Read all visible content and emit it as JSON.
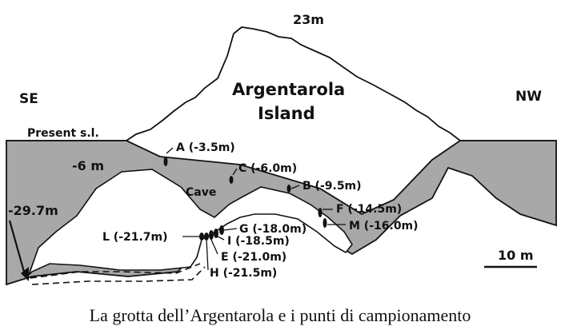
{
  "figure": {
    "summit_label": "23m",
    "island_label_line1": "Argentarola",
    "island_label_line2": "Island",
    "left_direction": "SE",
    "right_direction": "NW",
    "sea_level_label": "Present s.l.",
    "entrance_depth_label": "-6 m",
    "outer_depth_label": "-29.7m",
    "cave_label": "Cave",
    "scale_bar_label": "10 m",
    "colors": {
      "sea_fill": "#a8a8a8",
      "outline": "#111111",
      "background": "#ffffff",
      "sample_marker": "#111111"
    },
    "sampling_points": [
      {
        "id": "A",
        "label": "A (-3.5m)"
      },
      {
        "id": "C",
        "label": "C (-6.0m)"
      },
      {
        "id": "B",
        "label": "B (-9.5m)"
      },
      {
        "id": "F",
        "label": "F (-14.5m)"
      },
      {
        "id": "M",
        "label": "M (-16.0m)"
      },
      {
        "id": "G",
        "label": "G (-18.0m)"
      },
      {
        "id": "I",
        "label": "I (-18.5m)"
      },
      {
        "id": "E",
        "label": "E (-21.0m)"
      },
      {
        "id": "H",
        "label": "H (-21.5m)"
      },
      {
        "id": "L",
        "label": "L (-21.7m)"
      }
    ]
  },
  "caption": "La grotta dell’Argentarola e i punti di campionamento"
}
